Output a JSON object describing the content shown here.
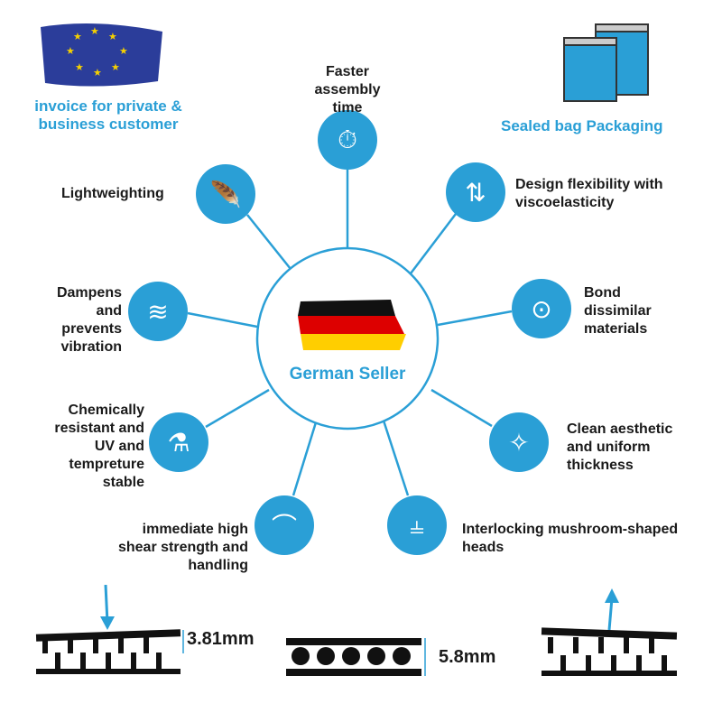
{
  "badges": {
    "invoice": "invoice for private & business customer",
    "packaging": "Sealed bag Packaging"
  },
  "center": {
    "label": "German Seller"
  },
  "features": [
    {
      "label": "Faster assembly time",
      "icon": "stopwatch-icon"
    },
    {
      "label": "Lightweighting",
      "icon": "feather-hand-icon"
    },
    {
      "label": "Design flexibility with viscoelasticity",
      "icon": "split-arrow-icon"
    },
    {
      "label": "Dampens and prevents vibration",
      "icon": "vibration-icon"
    },
    {
      "label": "Bond dissimilar materials",
      "icon": "bond-icon"
    },
    {
      "label": "Chemically resistant and UV and tempreture stable",
      "icon": "chemical-icon"
    },
    {
      "label": "Clean aesthetic and uniform thickness",
      "icon": "sparkle-surface-icon"
    },
    {
      "label": "immediate high shear strength and handling",
      "icon": "hammer-icon"
    },
    {
      "label": "Interlocking mushroom-shaped heads",
      "icon": "mushroom-heads-icon"
    }
  ],
  "diagrams": {
    "thin": "3.81mm",
    "thick": "5.8mm"
  },
  "colors": {
    "accent": "#2a9fd6"
  }
}
